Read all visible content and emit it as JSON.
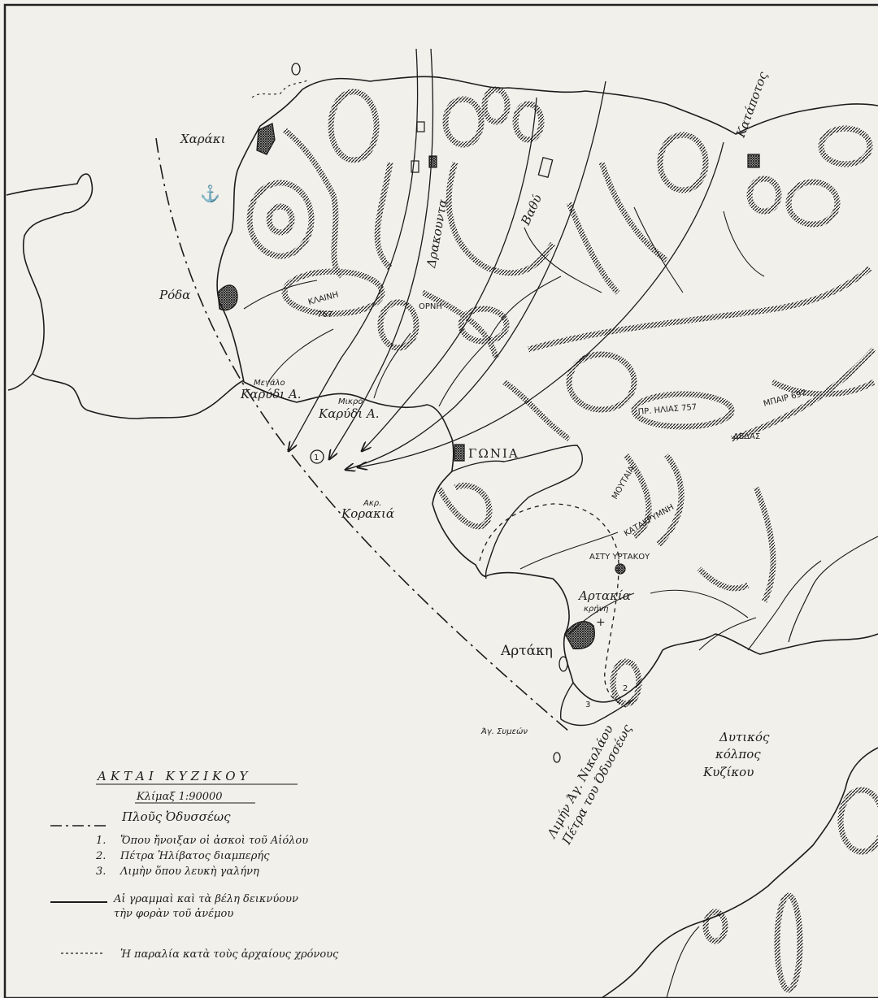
{
  "places": {
    "haraki": "Χαράκι",
    "roda": "Ρόδα",
    "katapotos": "Κατάποτος",
    "vathi": "Βαθύ",
    "drakountas": "Δρακουντα",
    "orni": "ΟΡΝΗ",
    "klaini": "ΚΛΑΙΝΗ",
    "klaini_height": "767",
    "megalo_karidi_1": "Μεγάλο",
    "megalo_karidi_2": "Καρύδι Α.",
    "mikro_karidi_1": "Μικρό",
    "mikro_karidi_2": "Καρύδι Α.",
    "gonia": "ΓΩΝΙΑ",
    "akr": "Ακρ.",
    "korakia": "Κορακιά",
    "pr_ilias": "ΠΡ. ΗΛΙΑΣ 757",
    "dedas": "ΔΕΔΑΣ",
    "mpair": "ΜΠΑΙΡ 697",
    "moutaia": "ΜΟΥΤΑΙΑ",
    "katakrimni": "ΚΑΤΑΚΡΥΜΝΗ",
    "asty_yrtakoy": "ΑΣΤΥ ΥΡΤΑΚΟΥ",
    "artakia_1": "Αρτακία",
    "artakia_2": "κρήνη",
    "artaki": "Αρτάκη",
    "ag_symeon": "Άγ. Συμεών",
    "limni_ag_nikolaou": "Λιμήν Άγ. Νικολάου",
    "petra_odysseos": "Πέτρα του Όδυσσέως",
    "dytikos_1": "Δυτικός",
    "dytikos_2": "κόλπος",
    "dytikos_3": "Κυζίκου",
    "marker_1": "1",
    "marker_2": "2",
    "marker_3": "3"
  },
  "legend": {
    "title": "ΑΚΤΑΙ ΚΥΖΙΚΟΥ",
    "scale": "Κλίμαξ 1:90000",
    "route_label": "Πλοῦς Ὀδυσσέως",
    "items": [
      {
        "num": "1.",
        "text": "Ὅπου ἤνοιξαν οἱ ἀσκοὶ τοῦ Αἰόλου"
      },
      {
        "num": "2.",
        "text": "Πέτρα Ἠλίβατος διαμπερής"
      },
      {
        "num": "3.",
        "text": "Λιμὴν ὅπου λευκὴ γαλήνη"
      }
    ],
    "wind_label_1": "Αἱ γραμμαὶ καὶ τὰ βέλη δεικνύουν",
    "wind_label_2": "τὴν φορὰν τοῦ ἀνέμου",
    "ancient_coast": "Ἡ παραλία κατὰ τοὺς ἀρχαίους χρόνους"
  },
  "colors": {
    "ink": "#1c1c1c",
    "paper": "#f2f0eb",
    "frame": "#222222"
  }
}
